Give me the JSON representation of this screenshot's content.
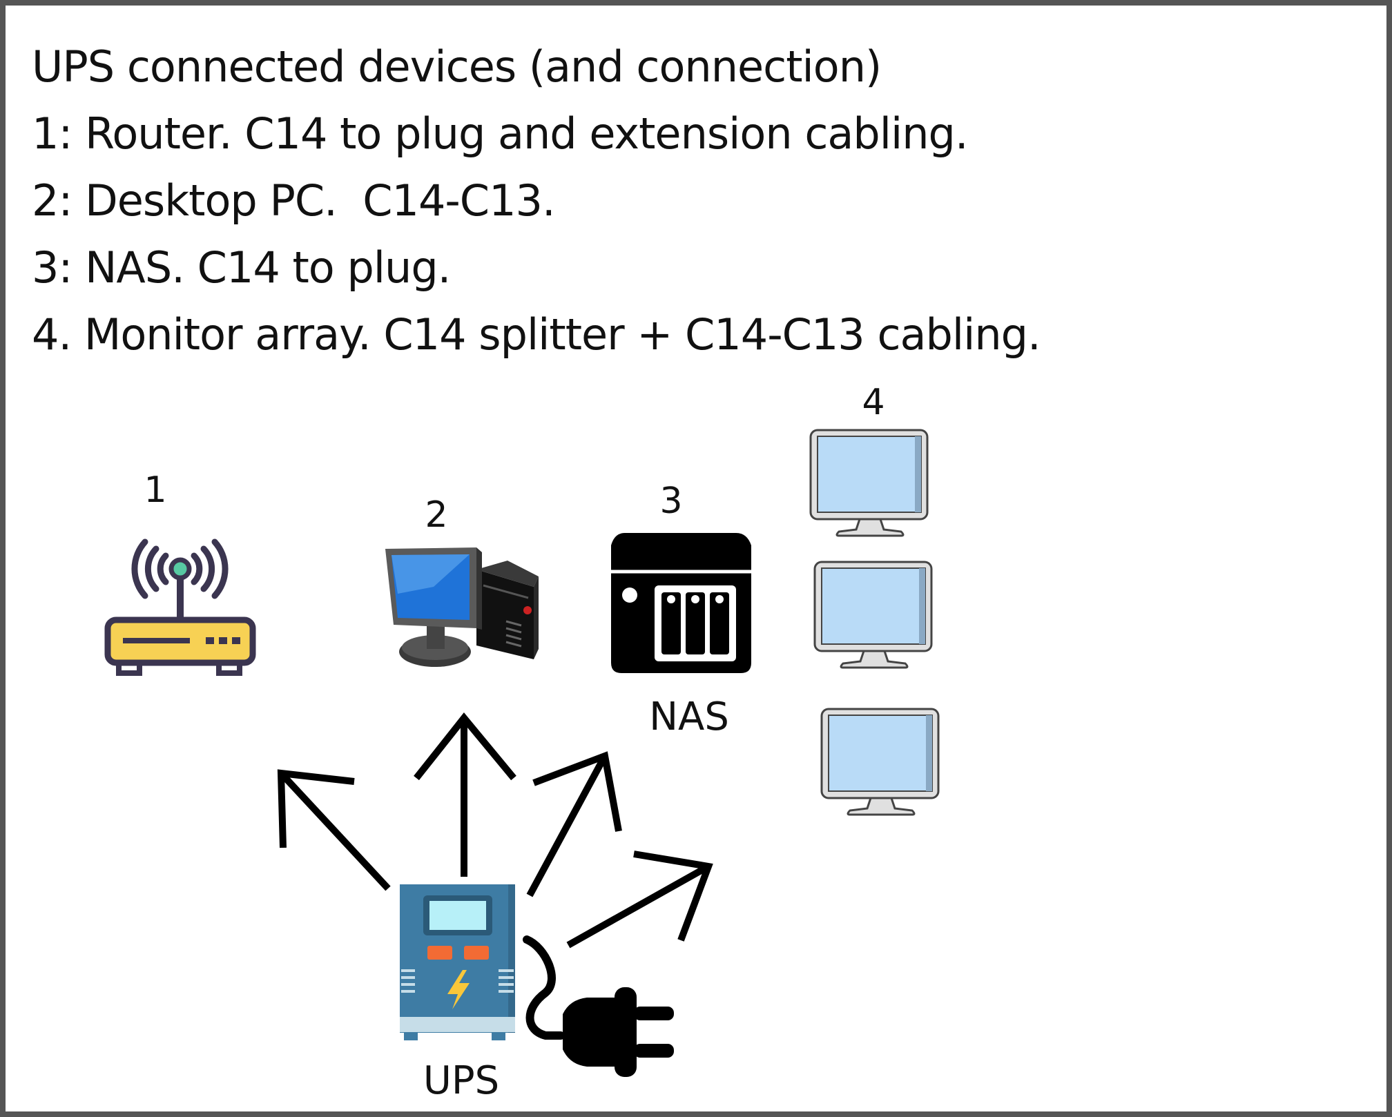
{
  "notes": {
    "heading": "UPS connected devices (and connection)",
    "items": [
      "1: Router. C14 to plug and extension cabling.",
      "2: Desktop PC.  C14-C13.",
      "3: NAS. C14 to plug.",
      "4. Monitor array. C14 splitter + C14-C13 cabling."
    ]
  },
  "diagram": {
    "devices": [
      {
        "number": "1",
        "icon": "router-icon"
      },
      {
        "number": "2",
        "icon": "desktop-pc-icon"
      },
      {
        "number": "3",
        "icon": "nas-icon",
        "caption": "NAS"
      },
      {
        "number": "4",
        "icon": "monitor-icon"
      }
    ],
    "source": {
      "caption": "UPS",
      "icon": "ups-icon",
      "plug_icon": "power-plug-icon"
    },
    "colors": {
      "router_body": "#F7D154",
      "router_outline": "#3B3550",
      "router_led": "#57C9A2",
      "monitor_screen": "#B9DBF7",
      "ups_body": "#3E7CA4",
      "ups_screen": "#B7F0F8",
      "ups_buttons": "#F26B34",
      "ups_bolt": "#F9C73A"
    }
  }
}
